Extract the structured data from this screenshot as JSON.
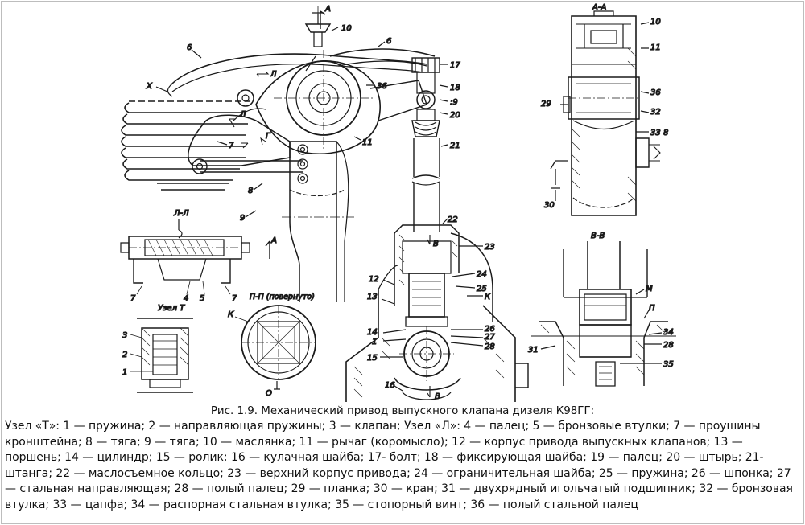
{
  "caption": {
    "title": "Рис. 1.9. Механический привод выпускного клапана дизеля К98ГГ:",
    "body": "Узел «Т»: 1 — пружина; 2 — направляющая пружины; 3 — клапан; Узел «Л»: 4 — палец; 5 — бронзовые втулки; 7 — проушины кронштейна; 8 — тяга; 9 — тяга; 10 — маслянка; 11 — рычаг (коромысло); 12 — корпус привода выпускных клапанов; 13 — поршень; 14 — цилиндр; 15 — ролик; 16 — кулачная шайба; 17- болт; 18 — фиксирующая шайба; 19 — палец; 20 — штырь; 21- штанга; 22 — маслосъемное кольцо; 23 — верхний корпус привода; 24 — ограничительная шайба; 25 — пружина; 26 — шпонка; 27 — стальная направляющая; 28 — полый палец; 29 — планка; 30 — кран; 31 — двухрядный игольчатый подшипник; 32 — бронзовая втулка; 33 — цапфа; 34 — распорная стальная втулка; 35 — стопорный винт; 36 — полый стальной палец"
  },
  "labels": {
    "main": {
      "n10": "10",
      "n6a": "6",
      "n6b": "6",
      "n17": "17",
      "n18": "18",
      "n19": ":9",
      "n20": "20",
      "n36": "36",
      "n11": "11",
      "n21": "21",
      "nX": "X",
      "nL": "Л",
      "nL2": "Л",
      "n7": "7",
      "n8": "8",
      "n9": "9",
      "nA1": "А",
      "nA2": "А",
      "nG": "Г"
    },
    "ll": {
      "title": "Л-Л",
      "n7a": "7",
      "n4": "4",
      "n5": "5",
      "n7b": "7"
    },
    "nodeT": {
      "title": "Узел Т",
      "n3": "3",
      "n2": "2",
      "n1": "1"
    },
    "pp": {
      "title": "П-П (повернуто)",
      "k": "К",
      "o": "О"
    },
    "center": {
      "n22": "22",
      "n23": "23",
      "nB1": "В",
      "n12": "12",
      "n24": "24",
      "n25": "25",
      "n13": "13",
      "nK": "К",
      "n14": "14",
      "n1": "1",
      "n26": "26",
      "n27": "27",
      "n28": "28",
      "n15": "15",
      "n16": "16",
      "nB2": "В"
    },
    "aa": {
      "title": "А-А",
      "n10": "10",
      "n11": "11",
      "n36": "36",
      "n29": "29",
      "n32": "32",
      "n33": "33",
      "n8": "8",
      "n30": "30"
    },
    "bb": {
      "title": "В-В",
      "nM": "М",
      "nP": "П",
      "n34": "34",
      "n31": "31",
      "n28": "28",
      "n35": "35"
    }
  }
}
